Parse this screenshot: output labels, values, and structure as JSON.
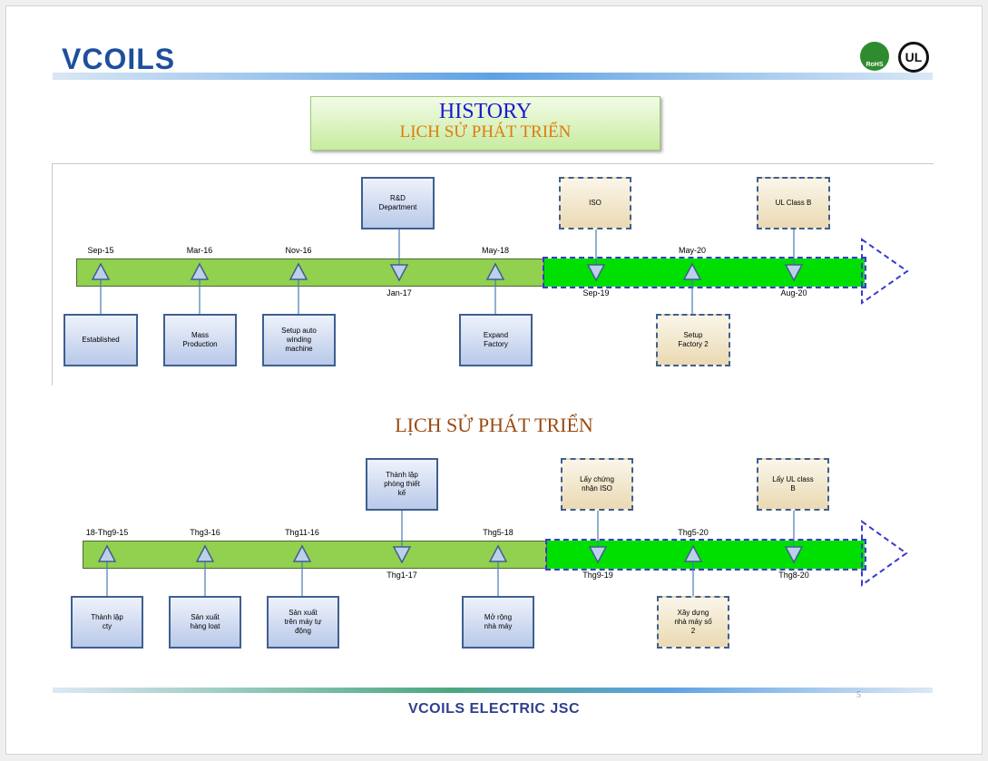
{
  "header": {
    "logo_text": "VCOILS",
    "rohs_text": "RoHS",
    "ul_text": "UL"
  },
  "title": {
    "line1": "HISTORY",
    "line2": "LỊCH SỬ PHÁT TRIỂN"
  },
  "subtitle2": "LỊCH SỬ PHÁT TRIỂN",
  "timeline_en": {
    "dates": [
      "Sep-15",
      "Mar-16",
      "Nov-16",
      "Jan-17",
      "May-18",
      "Sep-19",
      "May-20",
      "Aug-20"
    ],
    "boxes": [
      "Established",
      "Mass\nProduction",
      "Setup auto\nwinding\nmachine",
      "R&D\nDepartment",
      "Expand\nFactory",
      "ISO",
      "Setup\nFactory 2",
      "UL Class B"
    ]
  },
  "timeline_vi": {
    "dates": [
      "18-Thg9-15",
      "Thg3-16",
      "Thg11-16",
      "Thg1-17",
      "Thg5-18",
      "Thg9-19",
      "Thg5-20",
      "Thg8-20"
    ],
    "boxes": [
      "Thành lập\ncty",
      "Sản xuất\nhàng loạt",
      "Sản xuất\ntrên máy tự\nđộng",
      "Thành lập\nphòng thiết\nkế",
      "Mở rộng\nnhà máy",
      "Lấy chứng\nnhận ISO",
      "Xây dựng\nnhà máy số\n2",
      "Lấy  UL class\nB"
    ]
  },
  "footer": {
    "company": "VCOILS ELECTRIC JSC",
    "page_number": "5"
  }
}
